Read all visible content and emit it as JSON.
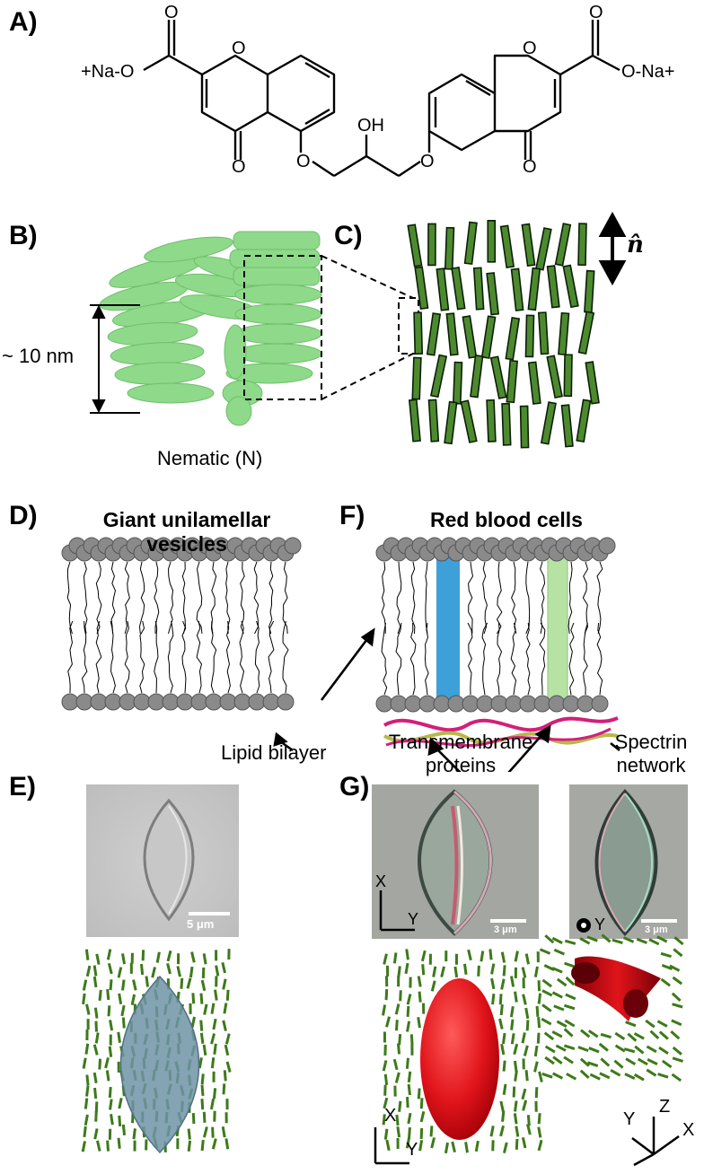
{
  "panels": {
    "a": "A)",
    "b": "B)",
    "c": "C)",
    "d": "D)",
    "e": "E)",
    "f": "F)",
    "g": "G)"
  },
  "molecule": {
    "sodium_left": "+Na-O",
    "sodium_right": "O-Na+",
    "oh": "OH",
    "oxygen": "O"
  },
  "panel_b": {
    "size_label": "~ 10 nm",
    "phase_label": "Nematic (N)"
  },
  "panel_c": {
    "director_label": "n̂"
  },
  "panel_d": {
    "title": "Giant unilamellar vesicles"
  },
  "panel_f": {
    "title": "Red blood cells",
    "lipid_bilayer": "Lipid bilayer",
    "transmembrane": "Transmembrane proteins",
    "spectrin": "Spectrin network"
  },
  "panel_e": {
    "scale": "5 μm"
  },
  "panel_g": {
    "scale_left": "3 μm",
    "scale_right": "3 μm",
    "axis_x": "X",
    "axis_y": "Y",
    "axis_z": "Z"
  },
  "colors": {
    "lc_green": "#4f7f2a",
    "rod_green": "#1e4d12",
    "particle_green": "#8ed98a",
    "head_gray": "#8a8a8a",
    "protein_blue": "#3ea0d8",
    "protein_green": "#b6e3a4",
    "spectrin_pink": "#d21f7a",
    "spectrin_olive": "#b8b84a",
    "vesicle_blue": "#6f93a6",
    "rbc_red": "#e0141a"
  }
}
